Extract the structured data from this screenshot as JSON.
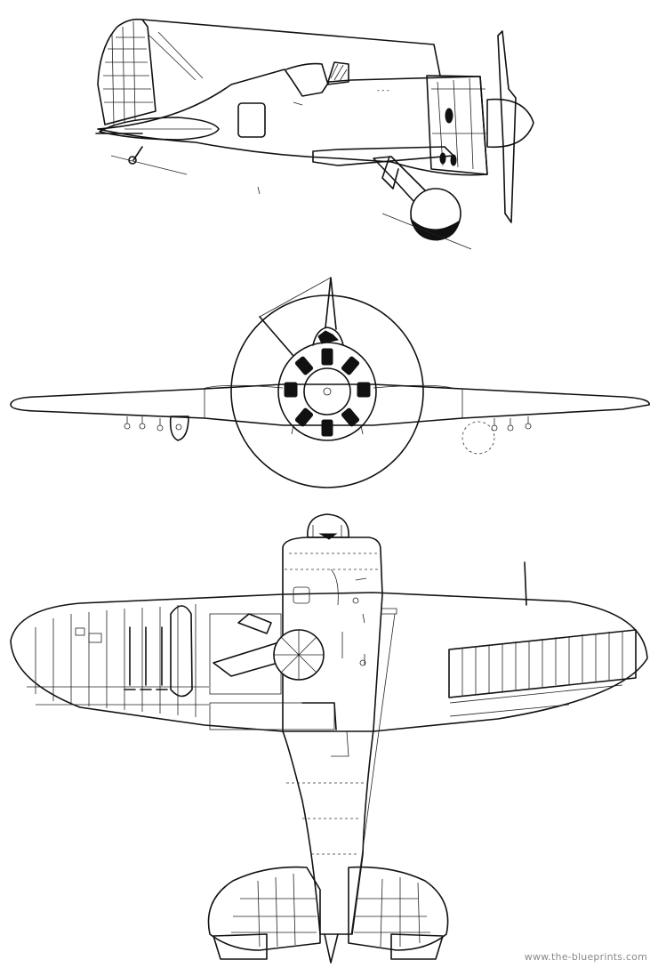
{
  "watermark": "www.the-blueprints.com",
  "colors": {
    "ink": "#111111",
    "paper": "#ffffff",
    "watermark": "#8a8a8a"
  },
  "views": [
    "side-view",
    "front-view",
    "top-view"
  ]
}
